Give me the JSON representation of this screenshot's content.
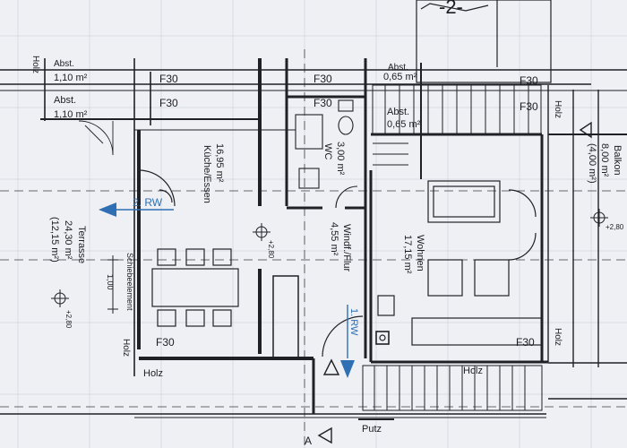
{
  "page_number": "-2-",
  "rooms": {
    "kueche": {
      "name": "Küche/Essen",
      "area": "16,95 m²"
    },
    "wc": {
      "name": "WC",
      "area": "3,00 m²"
    },
    "flur": {
      "name": "Windf./Flur",
      "area": "4,55 m²"
    },
    "wohnen": {
      "name": "Wohnen",
      "area": "17,15 m²"
    },
    "terrasse": {
      "name": "Terrasse",
      "area": "24,30 m²",
      "area_half": "(12,15 m²)"
    },
    "balkon": {
      "name": "Balkon",
      "area": "8,00 m²",
      "area_half": "(4,00 m²)"
    }
  },
  "storage": [
    {
      "label": "Abst.",
      "area": "1,10 m²"
    },
    {
      "label": "Abst.",
      "area": "1,10 m²"
    },
    {
      "label": "Abst.",
      "area": "0,65 m²"
    },
    {
      "label": "Abst.",
      "area": "0,65 m²"
    }
  ],
  "labels": {
    "f30": "F30",
    "holz": "Holz",
    "putz": "Putz",
    "schiebeelement": "Schiebeelement",
    "dim_100": "1,00",
    "level": "+2,80",
    "section": "A"
  },
  "exits": {
    "rw2": "2. RW",
    "rw1": "1. RW"
  },
  "colors": {
    "line": "#1f2126",
    "grid": "#9aa9c2",
    "escape": "#2f6fb3",
    "paper": "#eef0f4"
  }
}
